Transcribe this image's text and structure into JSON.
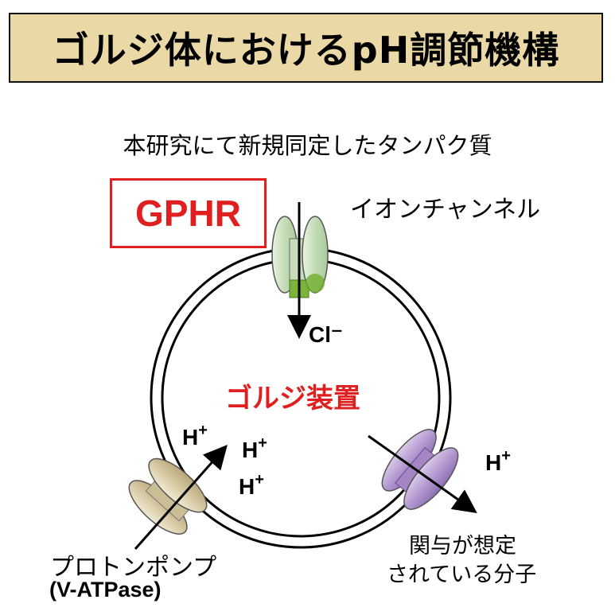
{
  "title": "ゴルジ体におけるpH調節機構",
  "subtitle": "本研究にて新規同定したタンパク質",
  "gphr": "GPHR",
  "ion_channel": "イオンチャンネル",
  "chloride": "Cl⁻",
  "golgi": "ゴルジ装置",
  "proton": {
    "base": "H",
    "charge": "+"
  },
  "proton_pump": "プロトンポンプ",
  "vatpase": "(V-ATPase)",
  "molecule_line1": "関与が想定",
  "molecule_line2": "されている分子",
  "colors": {
    "title_bg": "#ead9a6",
    "accent_red": "#e02020",
    "channel_green": "#cfe3c3",
    "channel_green_dark": "#6fae2e",
    "pump_tan": "#d8ccaa",
    "molecule_purple": "#b79fd0"
  }
}
